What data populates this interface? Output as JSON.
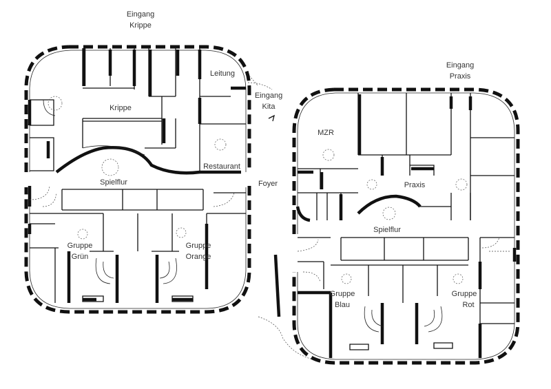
{
  "labels": {
    "eingang_krippe_1": "Eingang",
    "eingang_krippe_2": "Krippe",
    "leitung": "Leitung",
    "eingang_kita_1": "Eingang",
    "eingang_kita_2": "Kita",
    "eingang_praxis_1": "Eingang",
    "eingang_praxis_2": "Praxis",
    "krippe": "Krippe",
    "restaurant": "Restaurant",
    "mzr": "MZR",
    "spielflur_left": "Spielflur",
    "foyer": "Foyer",
    "praxis": "Praxis",
    "spielflur_right": "Spielflur",
    "gruppe_gruen_1": "Gruppe",
    "gruppe_gruen_2": "Grün",
    "gruppe_orange_1": "Gruppe",
    "gruppe_orange_2": "Orange",
    "gruppe_blau_1": "Gruppe",
    "gruppe_blau_2": "Blau",
    "gruppe_rot_1": "Gruppe",
    "gruppe_rot_2": "Rot"
  }
}
